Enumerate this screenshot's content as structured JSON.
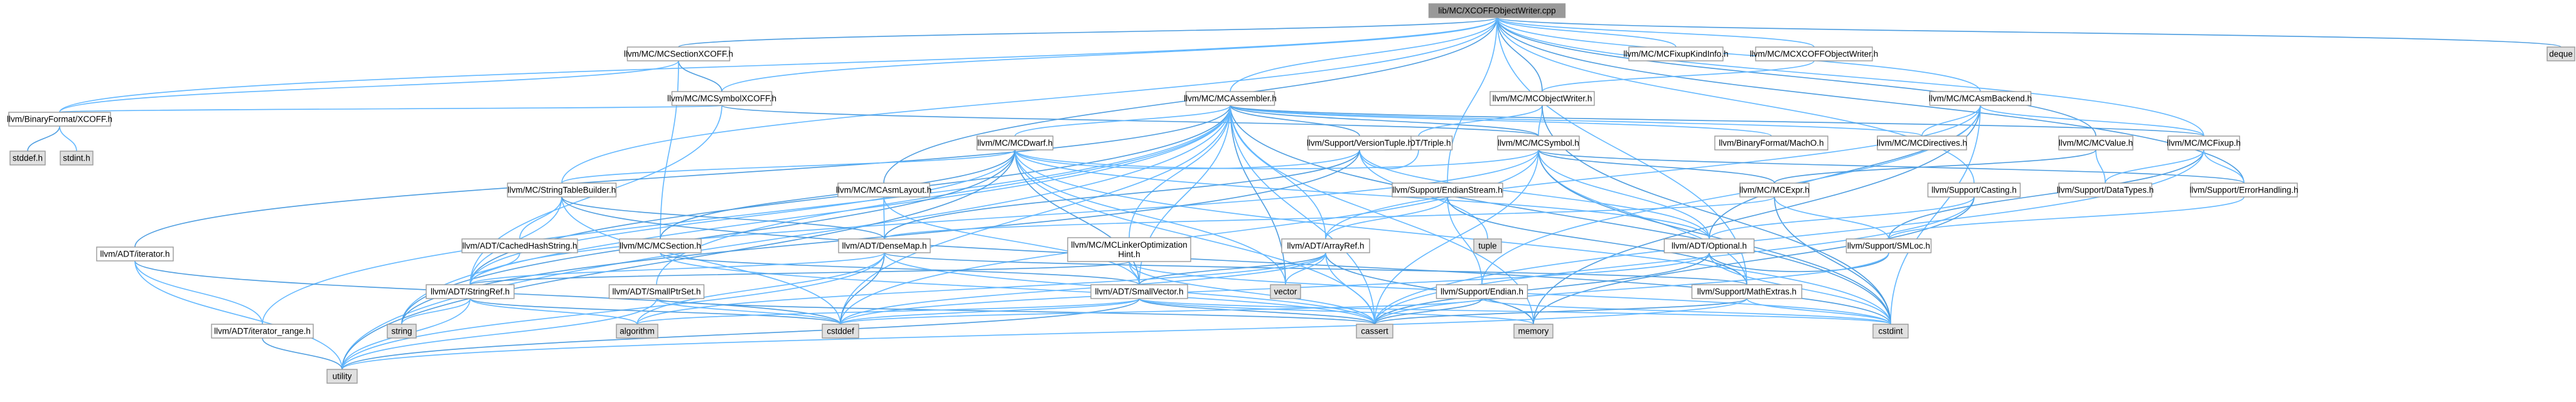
{
  "diagram": {
    "type": "include-dependency-graph",
    "colors": {
      "root_fill": "#999999",
      "link_fill": "#ffffff",
      "red_border": "#e34a4a",
      "plain_fill": "#e0e0e0",
      "edge": "#63b8ff",
      "edge_alt": "#4d9de0"
    },
    "nodes": [
      {
        "id": "root",
        "label": "lib/MC/XCOFFObjectWriter.cpp",
        "kind": "root"
      },
      {
        "id": "sectionxcoff",
        "label": "llvm/MC/MCSectionXCOFF.h",
        "kind": "link"
      },
      {
        "id": "fixupkind",
        "label": "llvm/MC/MCFixupKindInfo.h",
        "kind": "link"
      },
      {
        "id": "xcoffow",
        "label": "llvm/MC/MCXCOFFObjectWriter.h",
        "kind": "link"
      },
      {
        "id": "deque",
        "label": "deque",
        "kind": "plain"
      },
      {
        "id": "symbolxcoff",
        "label": "llvm/MC/MCSymbolXCOFF.h",
        "kind": "link"
      },
      {
        "id": "assembler",
        "label": "llvm/MC/MCAssembler.h",
        "kind": "link"
      },
      {
        "id": "objectwriter",
        "label": "llvm/MC/MCObjectWriter.h",
        "kind": "link"
      },
      {
        "id": "asmbackend",
        "label": "llvm/MC/MCAsmBackend.h",
        "kind": "link"
      },
      {
        "id": "binxcoff",
        "label": "llvm/BinaryFormat/XCOFF.h",
        "kind": "link"
      },
      {
        "id": "stddef",
        "label": "stddef.h",
        "kind": "plain"
      },
      {
        "id": "stdint",
        "label": "stdint.h",
        "kind": "plain"
      },
      {
        "id": "mcdwarf",
        "label": "llvm/MC/MCDwarf.h",
        "kind": "red"
      },
      {
        "id": "triple",
        "label": "llvm/ADT/Triple.h",
        "kind": "red"
      },
      {
        "id": "mcsymbol",
        "label": "llvm/MC/MCSymbol.h",
        "kind": "red"
      },
      {
        "id": "macho",
        "label": "llvm/BinaryFormat/MachO.h",
        "kind": "red"
      },
      {
        "id": "directives",
        "label": "llvm/MC/MCDirectives.h",
        "kind": "link"
      },
      {
        "id": "mcvalue",
        "label": "llvm/MC/MCValue.h",
        "kind": "link"
      },
      {
        "id": "mcfixup",
        "label": "llvm/MC/MCFixup.h",
        "kind": "link"
      },
      {
        "id": "strtab",
        "label": "llvm/MC/StringTableBuilder.h",
        "kind": "link"
      },
      {
        "id": "asmlayout",
        "label": "llvm/MC/MCAsmLayout.h",
        "kind": "link"
      },
      {
        "id": "versiontuple",
        "label": "llvm/Support/VersionTuple.h",
        "kind": "red"
      },
      {
        "id": "endianstream",
        "label": "llvm/Support/EndianStream.h",
        "kind": "red"
      },
      {
        "id": "mcexpr",
        "label": "llvm/MC/MCExpr.h",
        "kind": "link"
      },
      {
        "id": "casting",
        "label": "llvm/Support/Casting.h",
        "kind": "red"
      },
      {
        "id": "datatypes",
        "label": "llvm/Support/DataTypes.h",
        "kind": "red"
      },
      {
        "id": "errorhandling",
        "label": "llvm/Support/ErrorHandling.h",
        "kind": "red"
      },
      {
        "id": "iterator",
        "label": "llvm/ADT/iterator.h",
        "kind": "red"
      },
      {
        "id": "cachedhash",
        "label": "llvm/ADT/CachedHashString.h",
        "kind": "red"
      },
      {
        "id": "mcsection",
        "label": "llvm/MC/MCSection.h",
        "kind": "red"
      },
      {
        "id": "densemap",
        "label": "llvm/ADT/DenseMap.h",
        "kind": "red"
      },
      {
        "id": "linkeropt",
        "label": "llvm/MC/MCLinkerOptimization\nHint.h",
        "kind": "red"
      },
      {
        "id": "arrayref",
        "label": "llvm/ADT/ArrayRef.h",
        "kind": "red"
      },
      {
        "id": "tuple",
        "label": "tuple",
        "kind": "plain"
      },
      {
        "id": "optional",
        "label": "llvm/ADT/Optional.h",
        "kind": "red"
      },
      {
        "id": "smloc",
        "label": "llvm/Support/SMLoc.h",
        "kind": "red"
      },
      {
        "id": "stringref",
        "label": "llvm/ADT/StringRef.h",
        "kind": "red"
      },
      {
        "id": "smallptrset",
        "label": "llvm/ADT/SmallPtrSet.h",
        "kind": "red"
      },
      {
        "id": "smallvector",
        "label": "llvm/ADT/SmallVector.h",
        "kind": "red"
      },
      {
        "id": "vector",
        "label": "vector",
        "kind": "plain"
      },
      {
        "id": "endian",
        "label": "llvm/Support/Endian.h",
        "kind": "red"
      },
      {
        "id": "mathextras",
        "label": "llvm/Support/MathExtras.h",
        "kind": "red"
      },
      {
        "id": "iterrange",
        "label": "llvm/ADT/iterator_range.h",
        "kind": "link"
      },
      {
        "id": "string",
        "label": "string",
        "kind": "plain"
      },
      {
        "id": "algorithm",
        "label": "algorithm",
        "kind": "plain"
      },
      {
        "id": "cstddef",
        "label": "cstddef",
        "kind": "plain"
      },
      {
        "id": "cassert",
        "label": "cassert",
        "kind": "plain"
      },
      {
        "id": "memory",
        "label": "memory",
        "kind": "plain"
      },
      {
        "id": "cstdint",
        "label": "cstdint",
        "kind": "plain"
      },
      {
        "id": "utility",
        "label": "utility",
        "kind": "plain"
      }
    ],
    "edges": [
      [
        "root",
        "sectionxcoff"
      ],
      [
        "root",
        "fixupkind"
      ],
      [
        "root",
        "xcoffow"
      ],
      [
        "root",
        "deque"
      ],
      [
        "root",
        "symbolxcoff"
      ],
      [
        "root",
        "assembler"
      ],
      [
        "root",
        "objectwriter"
      ],
      [
        "root",
        "asmbackend"
      ],
      [
        "root",
        "binxcoff"
      ],
      [
        "root",
        "mcvalue"
      ],
      [
        "root",
        "mcfixup"
      ],
      [
        "root",
        "strtab"
      ],
      [
        "root",
        "asmlayout"
      ],
      [
        "root",
        "endianstream"
      ],
      [
        "root",
        "casting"
      ],
      [
        "root",
        "errorhandling"
      ],
      [
        "root",
        "mathextras"
      ],
      [
        "sectionxcoff",
        "binxcoff"
      ],
      [
        "sectionxcoff",
        "symbolxcoff"
      ],
      [
        "sectionxcoff",
        "mcsection"
      ],
      [
        "symbolxcoff",
        "binxcoff"
      ],
      [
        "symbolxcoff",
        "mcsymbol"
      ],
      [
        "symbolxcoff",
        "stringref"
      ],
      [
        "xcoffow",
        "objectwriter"
      ],
      [
        "binxcoff",
        "stddef"
      ],
      [
        "binxcoff",
        "stdint"
      ],
      [
        "assembler",
        "mcdwarf"
      ],
      [
        "assembler",
        "mcsymbol"
      ],
      [
        "assembler",
        "macho"
      ],
      [
        "assembler",
        "directives"
      ],
      [
        "assembler",
        "versiontuple"
      ],
      [
        "assembler",
        "linkeropt"
      ],
      [
        "assembler",
        "arrayref"
      ],
      [
        "assembler",
        "iterator"
      ],
      [
        "assembler",
        "smallptrset"
      ],
      [
        "assembler",
        "smallvector"
      ],
      [
        "assembler",
        "stringref"
      ],
      [
        "assembler",
        "iterrange"
      ],
      [
        "assembler",
        "string"
      ],
      [
        "assembler",
        "vector"
      ],
      [
        "assembler",
        "cassert"
      ],
      [
        "assembler",
        "cstddef"
      ],
      [
        "assembler",
        "cstdint"
      ],
      [
        "assembler",
        "memory"
      ],
      [
        "assembler",
        "utility"
      ],
      [
        "assembler",
        "mcfixup"
      ],
      [
        "objectwriter",
        "triple"
      ],
      [
        "objectwriter",
        "mcsymbol"
      ],
      [
        "objectwriter",
        "cstdint"
      ],
      [
        "asmbackend",
        "directives"
      ],
      [
        "asmbackend",
        "mcfixup"
      ],
      [
        "asmbackend",
        "optional"
      ],
      [
        "asmbackend",
        "arrayref"
      ],
      [
        "asmbackend",
        "endian"
      ],
      [
        "asmbackend",
        "memory"
      ],
      [
        "asmbackend",
        "cstdint"
      ],
      [
        "mcdwarf",
        "optional"
      ],
      [
        "mcdwarf",
        "mcsection"
      ],
      [
        "mcdwarf",
        "stringref"
      ],
      [
        "mcdwarf",
        "mcsymbol"
      ],
      [
        "mcdwarf",
        "smallvector"
      ],
      [
        "mcdwarf",
        "versiontuple"
      ],
      [
        "mcdwarf",
        "cassert"
      ],
      [
        "mcdwarf",
        "string"
      ],
      [
        "mcdwarf",
        "vector"
      ],
      [
        "mcdwarf",
        "cstdint"
      ],
      [
        "mcdwarf",
        "utility"
      ],
      [
        "mcdwarf",
        "strtab"
      ],
      [
        "triple",
        "versiontuple"
      ],
      [
        "mcsymbol",
        "mcexpr"
      ],
      [
        "mcsymbol",
        "optional"
      ],
      [
        "mcsymbol",
        "mathextras"
      ],
      [
        "mcsymbol",
        "errorhandling"
      ],
      [
        "mcsymbol",
        "cassert"
      ],
      [
        "mcsymbol",
        "cstddef"
      ],
      [
        "mcsymbol",
        "cstdint"
      ],
      [
        "mcsymbol",
        "stringref"
      ],
      [
        "mcvalue",
        "datatypes"
      ],
      [
        "mcvalue",
        "mcexpr"
      ],
      [
        "mcfixup",
        "datatypes"
      ],
      [
        "mcfixup",
        "errorhandling"
      ],
      [
        "mcfixup",
        "smloc"
      ],
      [
        "mcfixup",
        "cassert"
      ],
      [
        "strtab",
        "cachedhash"
      ],
      [
        "strtab",
        "densemap"
      ],
      [
        "strtab",
        "stringref"
      ],
      [
        "strtab",
        "cstddef"
      ],
      [
        "strtab",
        "cstdint"
      ],
      [
        "asmlayout",
        "densemap"
      ],
      [
        "asmlayout",
        "smallvector"
      ],
      [
        "versiontuple",
        "densemap"
      ],
      [
        "versiontuple",
        "optional"
      ],
      [
        "versiontuple",
        "tuple"
      ],
      [
        "versiontuple",
        "string"
      ],
      [
        "endianstream",
        "arrayref"
      ],
      [
        "endianstream",
        "endian"
      ],
      [
        "endianstream",
        "mathextras"
      ],
      [
        "mcexpr",
        "densemap"
      ],
      [
        "mcexpr",
        "smloc"
      ],
      [
        "mcexpr",
        "cstdint"
      ],
      [
        "casting",
        "optional"
      ],
      [
        "casting",
        "cassert"
      ],
      [
        "casting",
        "memory"
      ],
      [
        "errorhandling",
        "smloc"
      ],
      [
        "iterator",
        "iterrange"
      ],
      [
        "iterator",
        "cstddef"
      ],
      [
        "iterator",
        "utility"
      ],
      [
        "cachedhash",
        "stringref"
      ],
      [
        "mcsection",
        "smallvector"
      ],
      [
        "mcsection",
        "cassert"
      ],
      [
        "densemap",
        "stringref"
      ],
      [
        "densemap",
        "mathextras"
      ],
      [
        "densemap",
        "algorithm"
      ],
      [
        "densemap",
        "cassert"
      ],
      [
        "densemap",
        "cstddef"
      ],
      [
        "densemap",
        "utility"
      ],
      [
        "linkeropt",
        "smallvector"
      ],
      [
        "linkeropt",
        "stringref"
      ],
      [
        "linkeropt",
        "cassert"
      ],
      [
        "linkeropt",
        "cstdint"
      ],
      [
        "arrayref",
        "smallvector"
      ],
      [
        "arrayref",
        "vector"
      ],
      [
        "arrayref",
        "cstddef"
      ],
      [
        "arrayref",
        "memory"
      ],
      [
        "arrayref",
        "cassert"
      ],
      [
        "arrayref",
        "algorithm"
      ],
      [
        "optional",
        "cassert"
      ],
      [
        "optional",
        "cstddef"
      ],
      [
        "optional",
        "cstdint"
      ],
      [
        "smloc",
        "optional"
      ],
      [
        "smloc",
        "cassert"
      ],
      [
        "stringref",
        "string"
      ],
      [
        "stringref",
        "cstddef"
      ],
      [
        "stringref",
        "utility"
      ],
      [
        "stringref",
        "algorithm"
      ],
      [
        "smallptrset",
        "cassert"
      ],
      [
        "smallptrset",
        "cstddef"
      ],
      [
        "smallptrset",
        "utility"
      ],
      [
        "smallvector",
        "cassert"
      ],
      [
        "smallvector",
        "cstddef"
      ],
      [
        "smallvector",
        "memory"
      ],
      [
        "smallvector",
        "utility"
      ],
      [
        "smallvector",
        "algorithm"
      ],
      [
        "smallvector",
        "cstdint"
      ],
      [
        "endian",
        "cassert"
      ],
      [
        "endian",
        "cstddef"
      ],
      [
        "endian",
        "cstdint"
      ],
      [
        "mathextras",
        "cassert"
      ],
      [
        "mathextras",
        "cstdint"
      ],
      [
        "mathextras",
        "utility"
      ],
      [
        "iterrange",
        "utility"
      ]
    ]
  }
}
